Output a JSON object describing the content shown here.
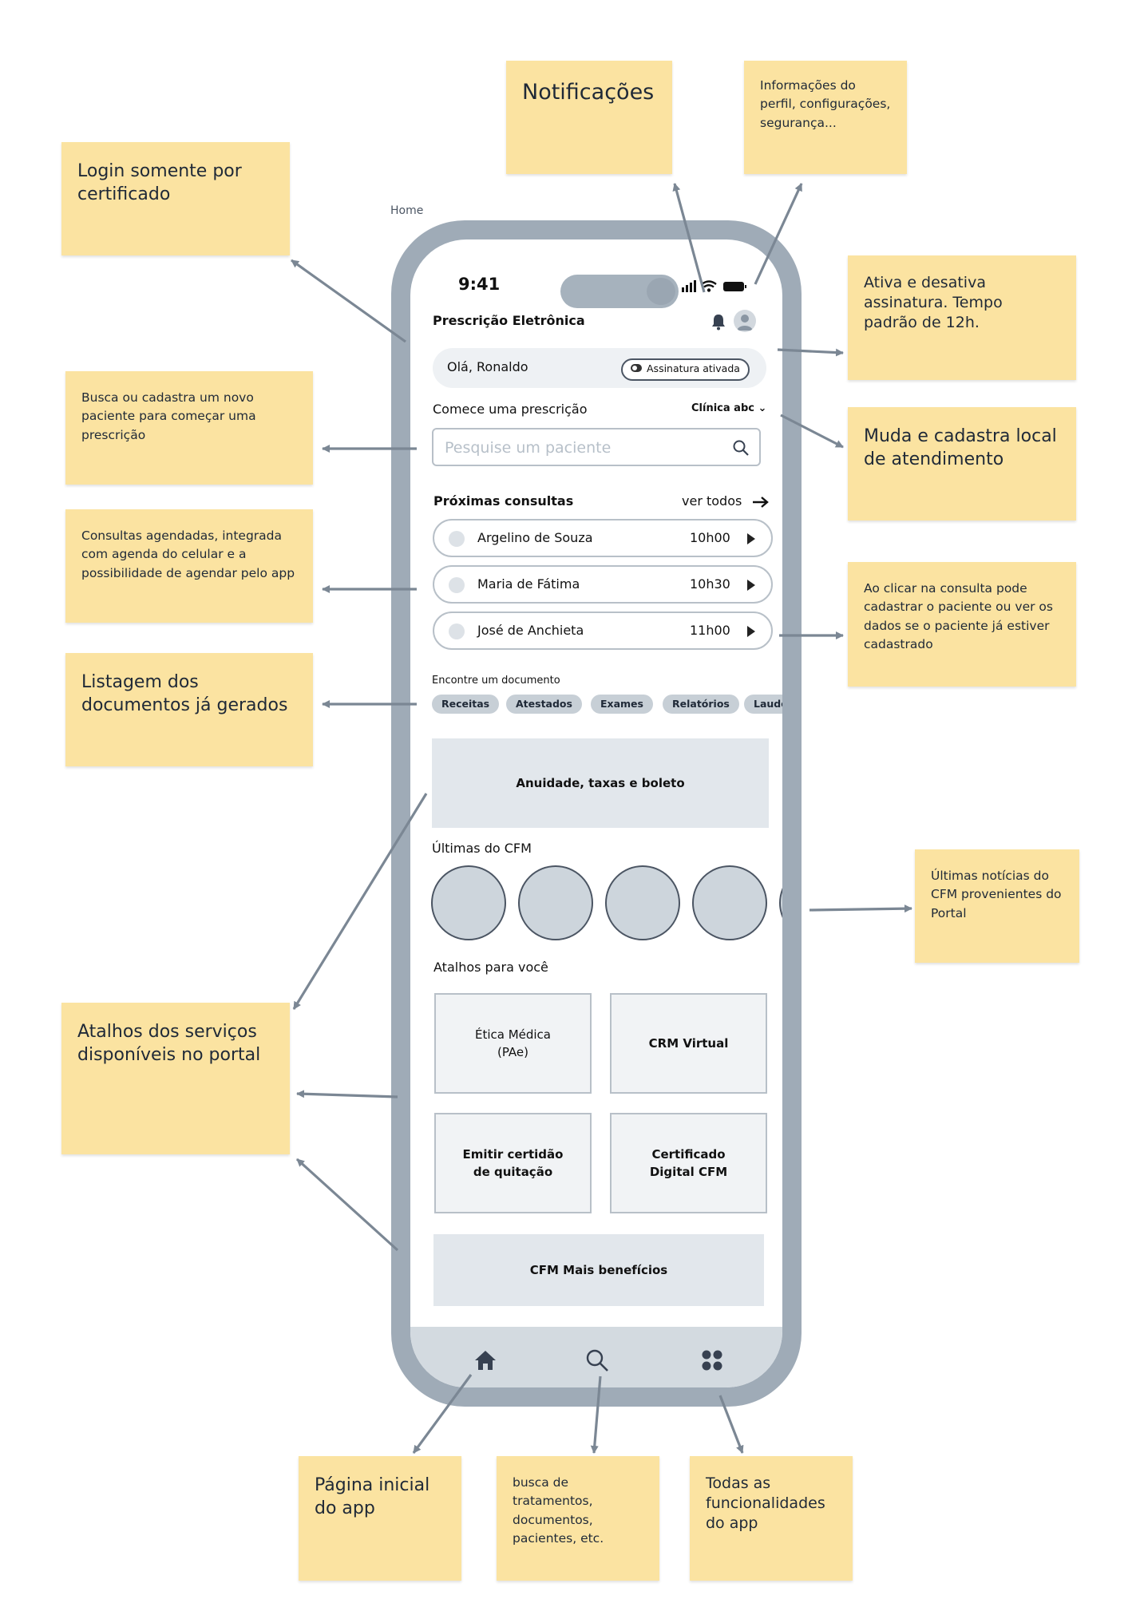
{
  "page_label": "Home",
  "annotations": {
    "notifications": "Notificações",
    "profile": "Informações do perfil,  configurações, segurança...",
    "login": "Login somente por certificado",
    "signature": "Ativa e desativa assinatura. Tempo padrão de 12h.",
    "search_patient": "Busca ou cadastra um novo paciente para começar uma prescrição",
    "location": "Muda e cadastra local de atendimento",
    "appointments": "Consultas agendadas, integrada com agenda do celular e a possibilidade de agendar pelo app",
    "appointment_click": "Ao clicar na consulta pode cadastrar o paciente ou ver os dados se o paciente já estiver cadastrado",
    "documents": "Listagem dos documentos já gerados",
    "news": "Últimas notícias do CFM provenientes do Portal",
    "shortcuts": "Atalhos dos serviços disponíveis no portal",
    "home": "Página inicial do app",
    "search_tab": "busca de tratamentos, documentos, pacientes, etc.",
    "all_features": "Todas as funcionalidades do app"
  },
  "phone": {
    "time": "9:41",
    "app_title": "Prescrição Eletrônica",
    "greeting": "Olá, Ronaldo",
    "signature_toggle": "Assinatura ativada",
    "start_prescription": "Comece uma prescrição",
    "clinic": "Clínica abc ⌄",
    "search_placeholder": "Pesquise um paciente",
    "next_appointments": "Próximas consultas",
    "see_all": "ver todos",
    "appointments": [
      {
        "name": "Argelino de Souza",
        "time": "10h00"
      },
      {
        "name": "Maria de Fátima",
        "time": "10h30"
      },
      {
        "name": "José de Anchieta",
        "time": "11h00"
      }
    ],
    "find_document": "Encontre um documento",
    "document_chips": [
      "Receitas",
      "Atestados",
      "Exames",
      "Relatórios",
      "Laudos"
    ],
    "fees_banner": "Anuidade, taxas e boleto",
    "latest_cfm": "Últimas do CFM",
    "shortcuts_title": "Atalhos para você",
    "shortcuts": [
      {
        "line1": "Ética Médica",
        "line2": "(PAe)"
      },
      {
        "line1": "CRM Virtual",
        "line2": ""
      },
      {
        "line1": "Emitir certidão",
        "line2": "de quitação"
      },
      {
        "line1": "Certificado",
        "line2": "Digital CFM"
      }
    ],
    "benefits_banner": "CFM Mais benefícios"
  },
  "colors": {
    "sticky": "#fbe3a1",
    "phone_frame": "#9fabb7",
    "arrow": "#7b8794",
    "placeholder_fill": "#e2e7ec"
  }
}
